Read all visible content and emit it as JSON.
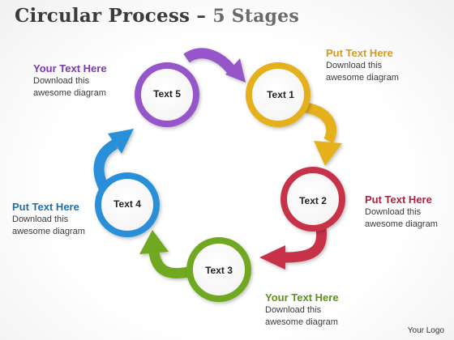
{
  "slide": {
    "title_main": "Circular Process – ",
    "title_sub": "5 Stages",
    "logo": "Your Logo"
  },
  "stages": [
    {
      "label": "Text 1",
      "color": "#e4b11e"
    },
    {
      "label": "Text 2",
      "color": "#c8304a"
    },
    {
      "label": "Text 3",
      "color": "#6fa821"
    },
    {
      "label": "Text 4",
      "color": "#2b8fd9"
    },
    {
      "label": "Text 5",
      "color": "#9657c9"
    }
  ],
  "callouts": [
    {
      "heading": "Put Text Here",
      "body": [
        "Download this",
        "awesome diagram"
      ],
      "color": "#d99a1a"
    },
    {
      "heading": "Put Text Here",
      "body": [
        "Download this",
        "awesome diagram"
      ],
      "color": "#a8243c"
    },
    {
      "heading": "Your Text Here",
      "body": [
        "Download this",
        "awesome diagram"
      ],
      "color": "#5e8f1c"
    },
    {
      "heading": "Put Text Here",
      "body": [
        "Download this",
        "awesome diagram"
      ],
      "color": "#1f6fad"
    },
    {
      "heading": "Your Text Here",
      "body": [
        "Download this",
        "awesome diagram"
      ],
      "color": "#7a3aa8"
    }
  ]
}
